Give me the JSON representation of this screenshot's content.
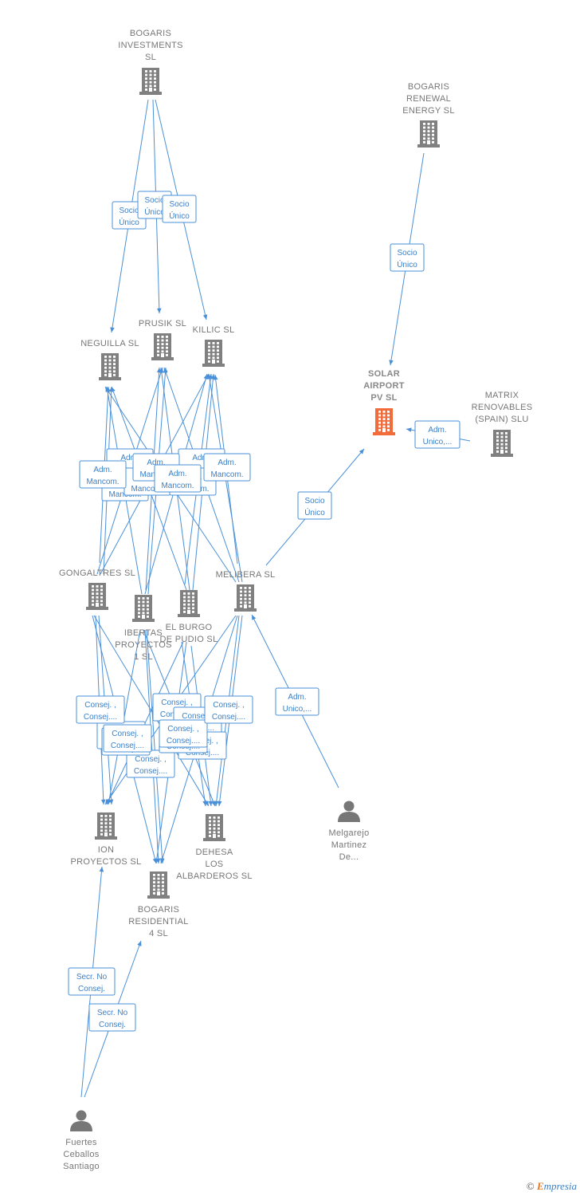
{
  "nodes": [
    {
      "id": "bogaris_inv",
      "type": "company",
      "label": [
        "BOGARIS",
        "INVESTMENTS",
        "SL"
      ]
    },
    {
      "id": "bogaris_ren",
      "type": "company",
      "label": [
        "BOGARIS",
        "RENEWAL",
        "ENERGY  SL"
      ]
    },
    {
      "id": "neguilla",
      "type": "company",
      "label": [
        "NEGUILLA SL"
      ]
    },
    {
      "id": "prusik",
      "type": "company",
      "label": [
        "PRUSIK SL"
      ]
    },
    {
      "id": "killic",
      "type": "company",
      "label": [
        "KILLIC SL"
      ]
    },
    {
      "id": "solar",
      "type": "company",
      "main": true,
      "label": [
        "SOLAR",
        "AIRPORT",
        "PV  SL"
      ]
    },
    {
      "id": "matrix",
      "type": "company",
      "label": [
        "MATRIX",
        "RENOVABLES",
        "(SPAIN) SLU"
      ]
    },
    {
      "id": "gongaltres",
      "type": "company",
      "label": [
        "GONGALTRES SL"
      ]
    },
    {
      "id": "ibertas",
      "type": "company",
      "label": [
        "IBERTAS",
        "PROYECTOS",
        "1 SL"
      ]
    },
    {
      "id": "burgo",
      "type": "company",
      "label": [
        "EL BURGO",
        "DE PUDIO SL"
      ]
    },
    {
      "id": "melibera",
      "type": "company",
      "label": [
        "MELIBERA SL"
      ]
    },
    {
      "id": "ion",
      "type": "company",
      "label": [
        "ION",
        "PROYECTOS SL"
      ]
    },
    {
      "id": "dehesa",
      "type": "company",
      "label": [
        "DEHESA",
        "LOS",
        "ALBARDEROS SL"
      ]
    },
    {
      "id": "bogaris_res",
      "type": "company",
      "label": [
        "BOGARIS",
        "RESIDENTIAL",
        "4 SL"
      ]
    },
    {
      "id": "melgarejo",
      "type": "person",
      "label": [
        "Melgarejo",
        "Martinez",
        "De..."
      ]
    },
    {
      "id": "fuertes",
      "type": "person",
      "label": [
        "Fuertes",
        "Ceballos",
        "Santiago"
      ]
    }
  ],
  "edges": [
    {
      "from": "bogaris_inv",
      "to": "neguilla",
      "label": [
        "Socio",
        "Único"
      ]
    },
    {
      "from": "bogaris_inv",
      "to": "prusik",
      "label": [
        "Socio",
        "Único"
      ]
    },
    {
      "from": "bogaris_inv",
      "to": "killic",
      "label": [
        "Socio",
        "Único"
      ]
    },
    {
      "from": "bogaris_ren",
      "to": "solar",
      "label": [
        "Socio",
        "Único"
      ]
    },
    {
      "from": "matrix",
      "to": "solar",
      "label": [
        "Adm.",
        "Unico,..."
      ]
    },
    {
      "from": "melibera",
      "to": "solar",
      "label": [
        "Socio",
        "Único"
      ]
    },
    {
      "from": "gongaltres",
      "to": "neguilla",
      "label": [
        "Adm.",
        "Mancom."
      ]
    },
    {
      "from": "ibertas",
      "to": "prusik",
      "label": [
        "Adm.",
        "Mancom."
      ]
    },
    {
      "from": "burgo",
      "to": "killic",
      "label": [
        "Adm.",
        "Mancom."
      ]
    },
    {
      "from": "melibera",
      "to": "killic",
      "label": [
        "Adm.",
        "Mancom."
      ]
    },
    {
      "from": "gongaltres",
      "to": "ion",
      "label": [
        "Consej. ,",
        "Consej...."
      ]
    },
    {
      "from": "ibertas",
      "to": "bogaris_res",
      "label": [
        "Consej. ,",
        "Consej...."
      ]
    },
    {
      "from": "burgo",
      "to": "dehesa",
      "label": [
        "Consej. ,",
        "Consej...."
      ]
    },
    {
      "from": "melibera",
      "to": "dehesa",
      "label": [
        "Consej. ,",
        "Consej...."
      ]
    },
    {
      "from": "melgarejo",
      "to": "melibera",
      "label": [
        "Adm.",
        "Unico,..."
      ]
    },
    {
      "from": "fuertes",
      "to": "ion",
      "label": [
        "Secr.  No",
        "Consej."
      ]
    },
    {
      "from": "fuertes",
      "to": "bogaris_res",
      "label": [
        "Secr.  No",
        "Consej."
      ]
    }
  ],
  "stacked_labels": [
    [
      "Adm.",
      "Mancom."
    ],
    [
      "Consej. ,",
      "Consej...."
    ]
  ],
  "colors": {
    "edge": "#4a90d9",
    "company_icon": "#808080",
    "main_icon": "#f26b3a",
    "person_icon": "#777777",
    "label_text": "#777777"
  },
  "brand": {
    "copyright": "©",
    "first_letter": "E",
    "rest": "mpresia"
  }
}
